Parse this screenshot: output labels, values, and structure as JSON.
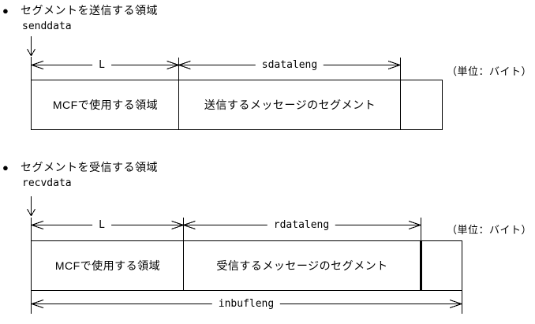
{
  "colors": {
    "line": "#000000",
    "background": "#ffffff"
  },
  "send": {
    "bullet": "●",
    "heading": "セグメントを送信する領域",
    "pointer_label": "senddata",
    "dim_mcf_label": "L",
    "dim_segment_label": "sdataleng",
    "unit_label": "（単位：バイト）",
    "cell_mcf": "MCFで使用する領域",
    "cell_segment": "送信するメッセージのセグメント"
  },
  "recv": {
    "bullet": "●",
    "heading": "セグメントを受信する領域",
    "pointer_label": "recvdata",
    "dim_mcf_label": "L",
    "dim_segment_label": "rdataleng",
    "unit_label": "（単位：バイト）",
    "cell_mcf": "MCFで使用する領域",
    "cell_segment": "受信するメッセージのセグメント",
    "dim_total_label": "inbufleng"
  }
}
